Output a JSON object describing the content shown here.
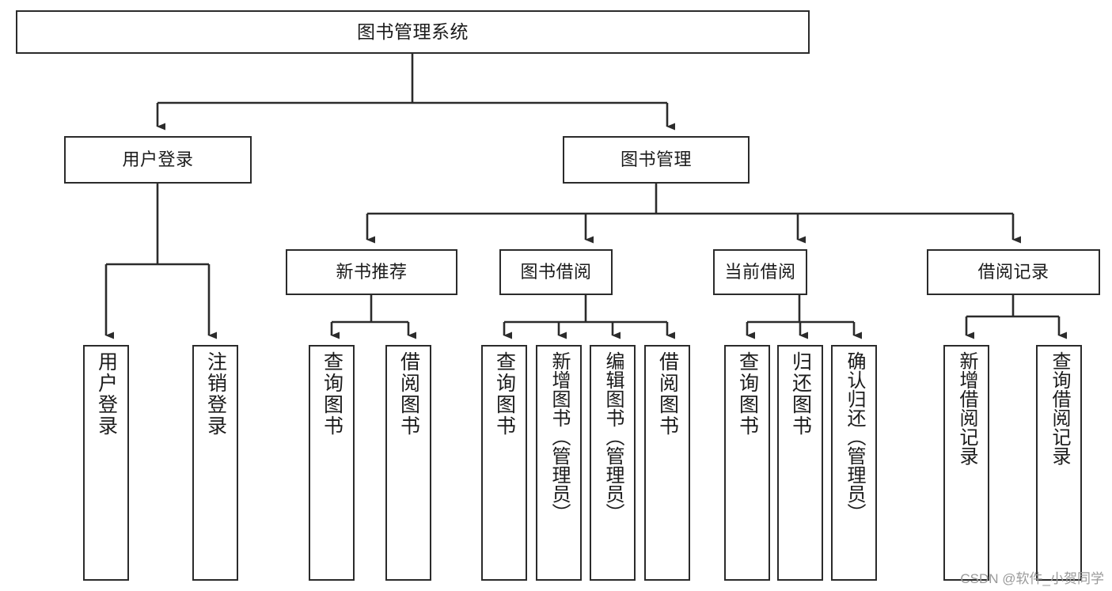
{
  "diagram": {
    "title": "图书管理系统",
    "type": "functional-structure-tree",
    "watermark": "CSDN @软件_小贺同学",
    "colors": {
      "background": "#ffffff",
      "node_border": "#2b2b2b",
      "node_fill": "#ffffff",
      "edge": "#2b2b2b",
      "text": "#1b1b1b",
      "watermark": "#9a9a9a"
    },
    "levels": {
      "root": {
        "label": "图书管理系统"
      },
      "level2": [
        {
          "label": "用户登录"
        },
        {
          "label": "图书管理"
        }
      ],
      "level3": [
        {
          "label": "新书推荐"
        },
        {
          "label": "图书借阅"
        },
        {
          "label": "当前借阅"
        },
        {
          "label": "借阅记录"
        }
      ],
      "leaves": {
        "user_login": [
          {
            "label": "用户登录"
          },
          {
            "label": "注销登录"
          }
        ],
        "new_book": [
          {
            "label": "查询图书"
          },
          {
            "label": "借阅图书"
          }
        ],
        "book_borrow": [
          {
            "label": "查询图书"
          },
          {
            "label": "新增图书（管理员）"
          },
          {
            "label": "编辑图书（管理员）"
          },
          {
            "label": "借阅图书"
          }
        ],
        "current_borrow": [
          {
            "label": "查询图书"
          },
          {
            "label": "归还图书"
          },
          {
            "label": "确认归还（管理员）"
          }
        ],
        "borrow_record": [
          {
            "label": "新增借阅记录"
          },
          {
            "label": "查询借阅记录"
          }
        ]
      }
    }
  }
}
